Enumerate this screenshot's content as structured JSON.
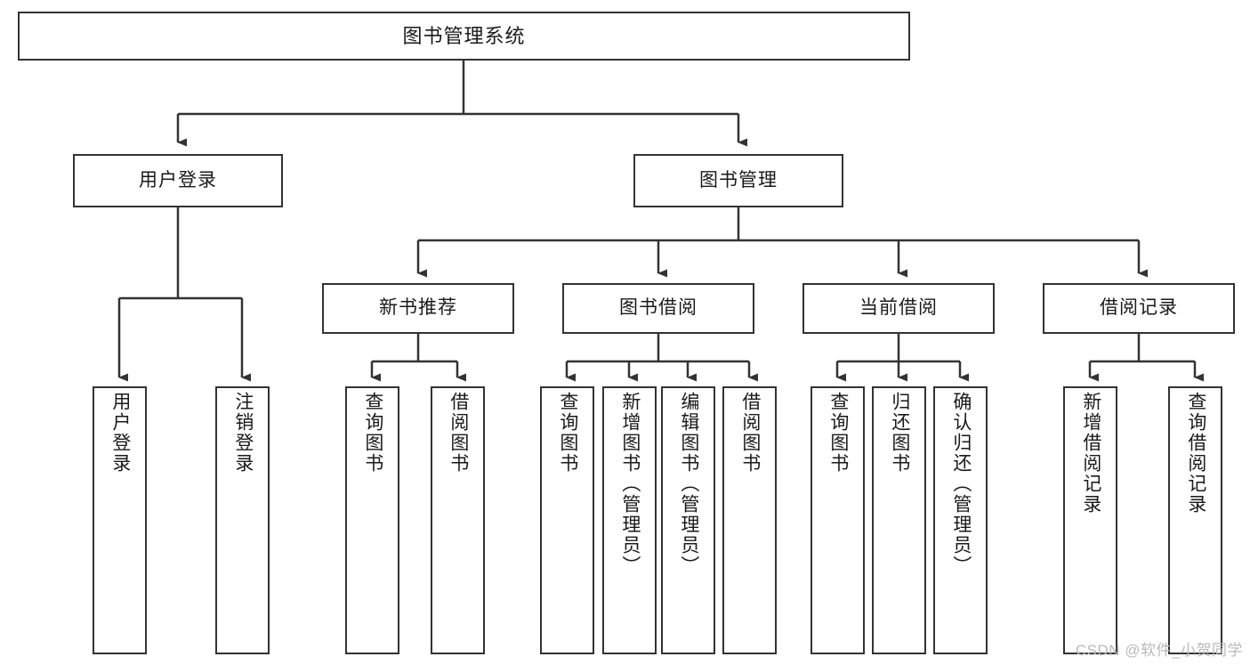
{
  "diagram": {
    "title": "图书管理系统",
    "type": "tree-hierarchy-chart",
    "watermark": "CSDN @软件_小贺同学",
    "colors": {
      "node_border": "#333333",
      "node_fill": "#ffffff",
      "edge": "#333333",
      "text": "#1a1a1a",
      "watermark": "#b9b9b9",
      "background": "#ffffff"
    },
    "nodes": {
      "root": {
        "label": "图书管理系统"
      },
      "level2": [
        {
          "label": "用户登录"
        },
        {
          "label": "图书管理"
        }
      ],
      "level3": [
        {
          "label": "新书推荐"
        },
        {
          "label": "图书借阅"
        },
        {
          "label": "当前借阅"
        },
        {
          "label": "借阅记录"
        }
      ],
      "leaves_user_login": [
        {
          "label": "用户登录"
        },
        {
          "label": "注销登录"
        }
      ],
      "leaves_new_book": [
        {
          "label": "查询图书"
        },
        {
          "label": "借阅图书"
        }
      ],
      "leaves_borrow": [
        {
          "label": "查询图书"
        },
        {
          "label": "新增图书（管理员）"
        },
        {
          "label": "编辑图书（管理员）"
        },
        {
          "label": "借阅图书"
        }
      ],
      "leaves_current": [
        {
          "label": "查询图书"
        },
        {
          "label": "归还图书"
        },
        {
          "label": "确认归还（管理员）"
        }
      ],
      "leaves_record": [
        {
          "label": "新增借阅记录"
        },
        {
          "label": "查询借阅记录"
        }
      ]
    }
  }
}
